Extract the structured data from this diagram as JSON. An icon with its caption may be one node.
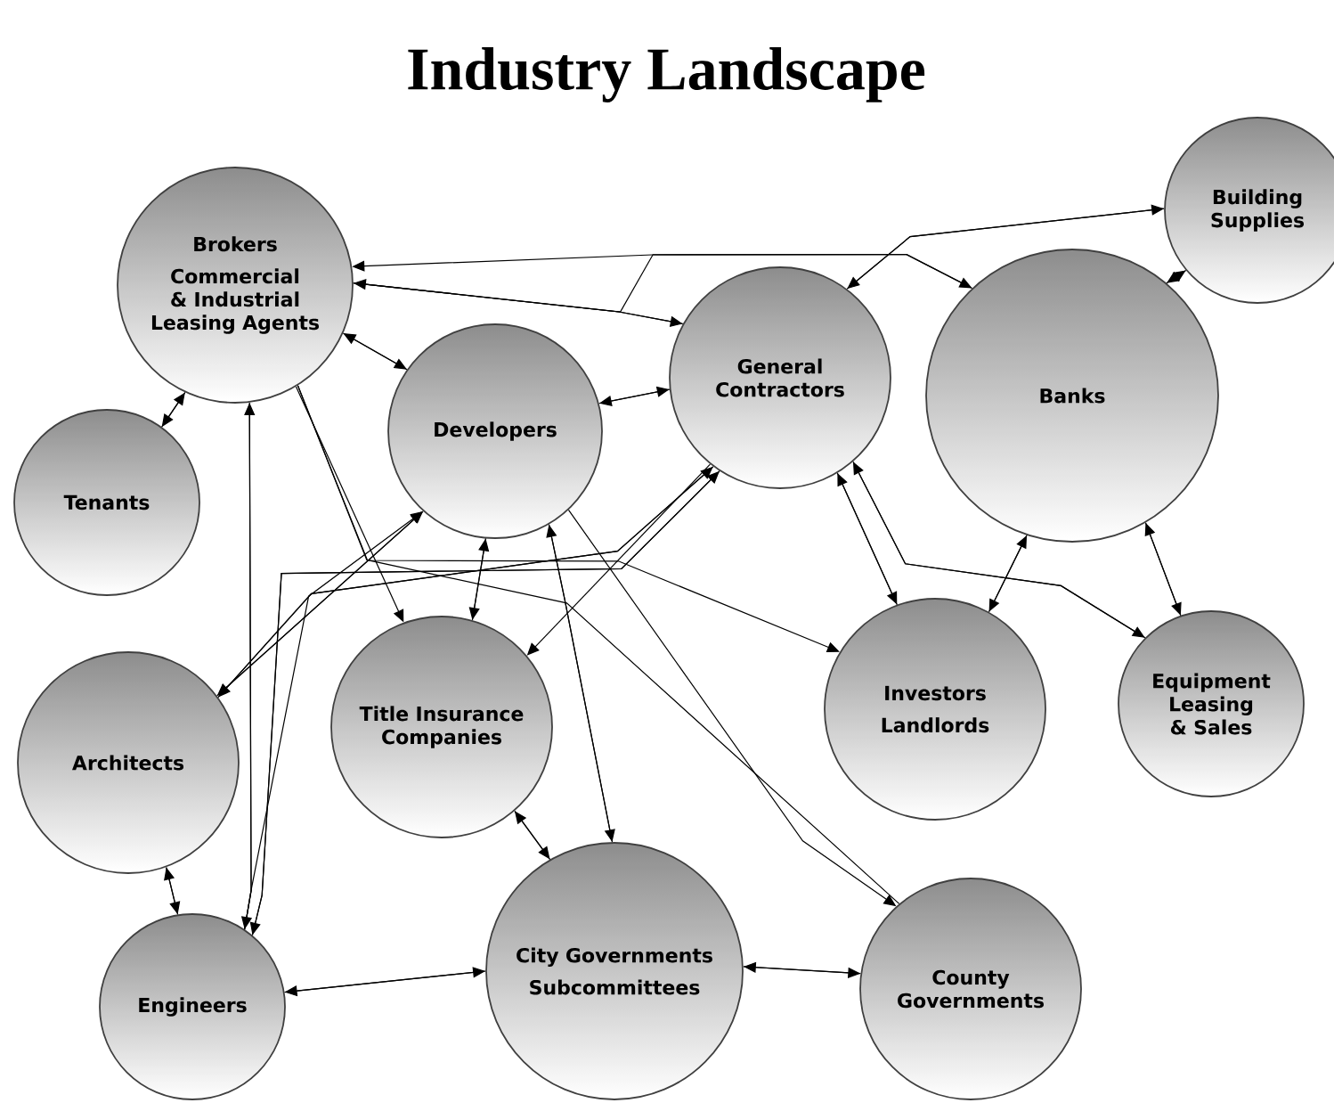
{
  "diagram": {
    "title": "Industry Landscape",
    "nodes": [
      {
        "text": [
          "Brokers",
          "Commercial & Industrial Leasing Agents"
        ]
      },
      {
        "text": [
          "Tenants"
        ]
      },
      {
        "text": [
          "Developers"
        ]
      },
      {
        "text": [
          "General Contractors"
        ]
      },
      {
        "text": [
          "Banks"
        ]
      },
      {
        "text": [
          "Building Supplies"
        ]
      },
      {
        "text": [
          "Architects"
        ]
      },
      {
        "text": [
          "Title Insurance Companies"
        ]
      },
      {
        "text": [
          "Investors",
          "Landlords"
        ]
      },
      {
        "text": [
          "Equipment Leasing & Sales"
        ]
      },
      {
        "text": [
          "Engineers"
        ]
      },
      {
        "text": [
          "City Governments",
          "Subcommittees"
        ]
      },
      {
        "text": [
          "County Governments"
        ]
      }
    ],
    "edges": [
      {
        "from": 4,
        "to": 0,
        "arrow": "to"
      },
      {
        "from": 0,
        "to": 4,
        "arrow": "to"
      },
      {
        "from": 0,
        "to": 3,
        "arrow": "to"
      },
      {
        "from": 3,
        "to": 0,
        "arrow": "to"
      },
      {
        "from": 1,
        "to": 0,
        "arrow": "to"
      },
      {
        "from": 0,
        "to": 1,
        "arrow": "to"
      },
      {
        "from": 2,
        "to": 0,
        "arrow": "to"
      },
      {
        "from": 0,
        "to": 2,
        "arrow": "to"
      },
      {
        "from": 3,
        "to": 2,
        "arrow": "to"
      },
      {
        "from": 2,
        "to": 3,
        "arrow": "to"
      },
      {
        "from": 5,
        "to": 3,
        "arrow": "to"
      },
      {
        "from": 3,
        "to": 5,
        "arrow": "to"
      },
      {
        "from": 4,
        "to": 5,
        "arrow": "to"
      },
      {
        "from": 5,
        "to": 4,
        "arrow": "to"
      },
      {
        "from": 6,
        "to": 10,
        "arrow": "to"
      },
      {
        "from": 10,
        "to": 6,
        "arrow": "to"
      },
      {
        "from": 10,
        "to": 11,
        "arrow": "to"
      },
      {
        "from": 11,
        "to": 10,
        "arrow": "to"
      },
      {
        "from": 11,
        "to": 12,
        "arrow": "to"
      },
      {
        "from": 12,
        "to": 11,
        "arrow": "to"
      },
      {
        "from": 3,
        "to": 8,
        "arrow": "to"
      },
      {
        "from": 8,
        "to": 3,
        "arrow": "to"
      },
      {
        "from": 8,
        "to": 4,
        "arrow": "to"
      },
      {
        "from": 4,
        "to": 8,
        "arrow": "to"
      },
      {
        "from": 4,
        "to": 9,
        "arrow": "to"
      },
      {
        "from": 9,
        "to": 4,
        "arrow": "to"
      },
      {
        "from": 3,
        "to": 9,
        "arrow": "to"
      },
      {
        "from": 9,
        "to": 3,
        "arrow": "to"
      },
      {
        "from": 10,
        "to": 0,
        "arrow": "to"
      },
      {
        "from": 0,
        "to": 10,
        "arrow": "to"
      },
      {
        "from": 6,
        "to": 2,
        "arrow": "to"
      },
      {
        "from": 2,
        "to": 6,
        "arrow": "to"
      },
      {
        "from": 7,
        "to": 11,
        "arrow": "to"
      },
      {
        "from": 11,
        "to": 7,
        "arrow": "to"
      },
      {
        "from": 7,
        "to": 2,
        "arrow": "to"
      },
      {
        "from": 2,
        "to": 7,
        "arrow": "to"
      },
      {
        "from": 0,
        "to": 7,
        "arrow": "to"
      },
      {
        "from": 2,
        "to": 11,
        "arrow": "to"
      },
      {
        "from": 11,
        "to": 2,
        "arrow": "to"
      },
      {
        "from": 2,
        "to": 12,
        "arrow": "to"
      },
      {
        "from": 0,
        "to": 8,
        "arrow": "to"
      },
      {
        "from": 12,
        "to": 0,
        "arrow": "none"
      },
      {
        "from": 3,
        "to": 6,
        "arrow": "to"
      },
      {
        "from": 6,
        "to": 3,
        "arrow": "to"
      },
      {
        "from": 3,
        "to": 7,
        "arrow": "to"
      },
      {
        "from": 10,
        "to": 3,
        "arrow": "to"
      },
      {
        "from": 3,
        "to": 10,
        "arrow": "to"
      },
      {
        "from": 10,
        "to": 2,
        "arrow": "to"
      }
    ]
  }
}
